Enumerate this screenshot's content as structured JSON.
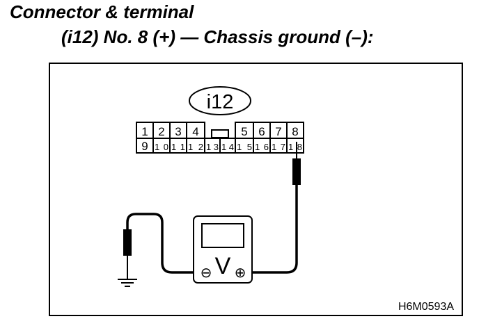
{
  "heading": {
    "line1": "Connector & terminal",
    "line2": "(i12) No. 8 (+) — Chassis ground (–):"
  },
  "connector": {
    "label": "i12",
    "top_row": [
      "1",
      "2",
      "3",
      "4",
      "",
      "",
      "5",
      "6",
      "7",
      "8"
    ],
    "bottom_row": [
      "9",
      "10",
      "11",
      "12",
      "13",
      "14",
      "15",
      "16",
      "17",
      "18"
    ]
  },
  "meter": {
    "symbol": "V",
    "negative": "⊖",
    "positive": "⊕"
  },
  "figure_code": "H6M0593A"
}
